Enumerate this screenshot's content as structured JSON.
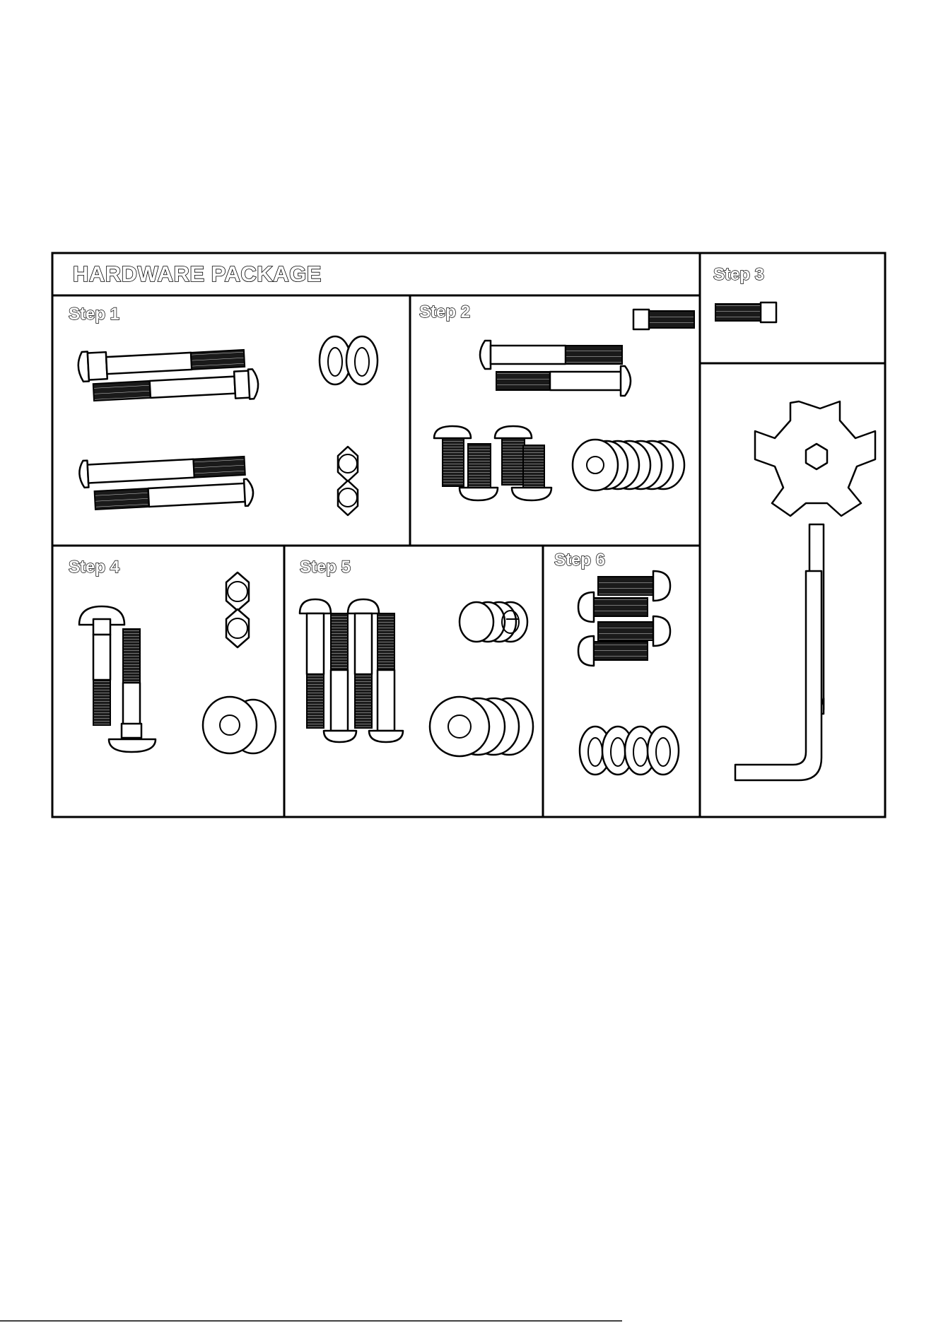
{
  "title": "HARDWARE PACKAGE",
  "steps": [
    {
      "label": "Step 1"
    },
    {
      "label": "Step 2"
    },
    {
      "label": "Step 3"
    },
    {
      "label": "Step 4"
    },
    {
      "label": "Step 5"
    },
    {
      "label": "Step 6"
    }
  ],
  "colors": {
    "line": "#000000",
    "background": "#ffffff"
  }
}
